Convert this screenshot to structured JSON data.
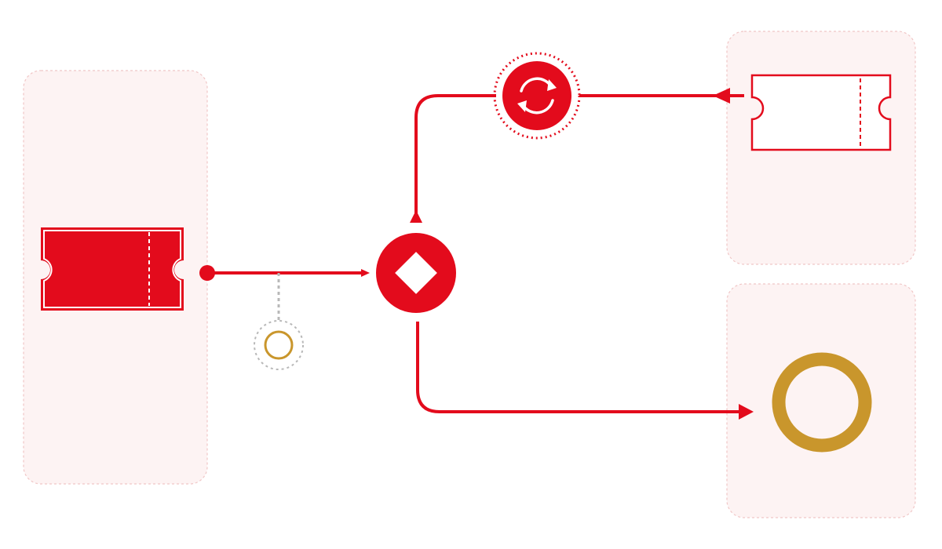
{
  "diagram": {
    "colors": {
      "primary": "#e30b1c",
      "gold": "#c9962c",
      "muted": "#b8b8b8",
      "panel_fill": "#fdf3f3",
      "panel_border": "#f0c6c6",
      "background": "#ffffff"
    },
    "nodes": [
      {
        "id": "source-ticket",
        "icon": "ticket-icon",
        "style": "filled",
        "panel": "left"
      },
      {
        "id": "decision-gateway",
        "icon": "diamond-icon",
        "style": "filled"
      },
      {
        "id": "refresh-node",
        "icon": "refresh-icon",
        "style": "filled"
      },
      {
        "id": "returned-ticket",
        "icon": "ticket-icon",
        "style": "outline",
        "panel": "top-right"
      },
      {
        "id": "coin-token",
        "icon": "ring-icon",
        "style": "gold",
        "panel": "bottom-right"
      },
      {
        "id": "small-coin-token",
        "icon": "ring-icon",
        "style": "gold-small"
      }
    ],
    "edges": [
      {
        "from": "source-ticket",
        "to": "decision-gateway"
      },
      {
        "from": "decision-gateway",
        "to": "refresh-node"
      },
      {
        "from": "returned-ticket",
        "to": "refresh-node"
      },
      {
        "from": "decision-gateway",
        "to": "coin-token"
      }
    ]
  }
}
